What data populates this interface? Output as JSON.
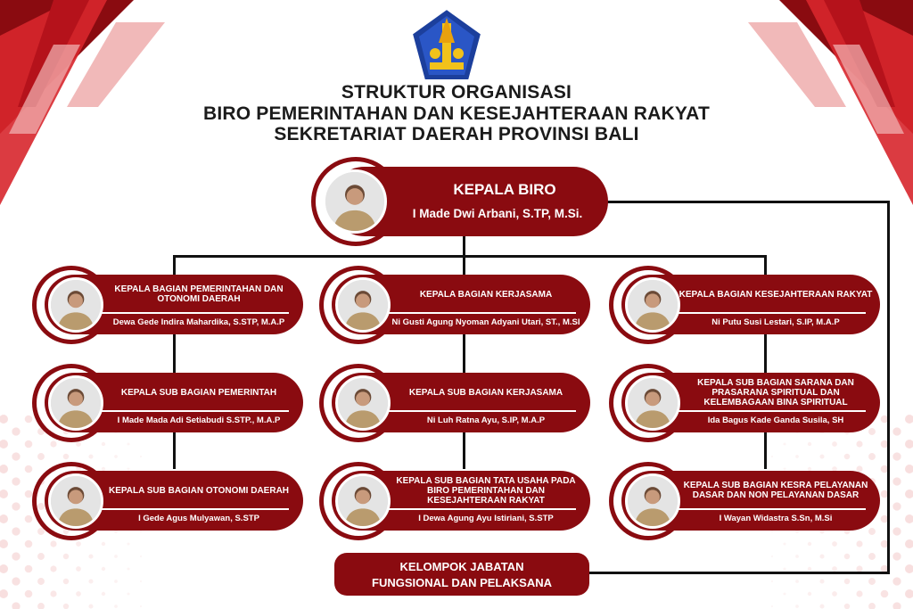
{
  "colors": {
    "primary": "#8a0b10",
    "accent": "#d7262c",
    "line": "#111111"
  },
  "logo": {
    "name": "Provinsi Bali emblem",
    "icon": "bali-province-emblem"
  },
  "header": {
    "titles": [
      "STRUKTUR ORGANISASI",
      "BIRO PEMERINTAHAN DAN KESEJAHTERAAN RAKYAT",
      "SEKRETARIAT DAERAH PROVINSI BALI"
    ]
  },
  "head": {
    "role": "KEPALA BIRO",
    "name": "I Made Dwi Arbani, S.TP, M.Si."
  },
  "columns": [
    [
      {
        "role": "KEPALA BAGIAN PEMERINTAHAN DAN OTONOMI DAERAH",
        "name": "Dewa Gede Indira Mahardika, S.STP, M.A.P"
      },
      {
        "role": "KEPALA SUB BAGIAN PEMERINTAH",
        "name": "I Made Mada Adi Setiabudi S.STP., M.A.P"
      },
      {
        "role": "KEPALA SUB BAGIAN OTONOMI DAERAH",
        "name": "I Gede Agus Mulyawan, S.STP"
      }
    ],
    [
      {
        "role": "KEPALA BAGIAN KERJASAMA",
        "name": "Ni Gusti Agung Nyoman Adyani Utari, ST., M.SI"
      },
      {
        "role": "KEPALA SUB BAGIAN KERJASAMA",
        "name": "Ni Luh Ratna Ayu, S.IP, M.A.P"
      },
      {
        "role": "KEPALA SUB BAGIAN TATA USAHA PADA BIRO PEMERINTAHAN DAN KESEJAHTERAAN RAKYAT",
        "name": "I Dewa Agung Ayu Istiriani, S.STP"
      }
    ],
    [
      {
        "role": "KEPALA BAGIAN KESEJAHTERAAN RAKYAT",
        "name": "Ni Putu Susi Lestari, S.IP, M.A.P"
      },
      {
        "role": "KEPALA SUB BAGIAN SARANA DAN PRASARANA SPIRITUAL DAN KELEMBAGAAN BINA SPIRITUAL",
        "name": "Ida Bagus Kade Ganda Susila, SH"
      },
      {
        "role": "KEPALA SUB BAGIAN KESRA PELAYANAN DASAR DAN NON PELAYANAN DASAR",
        "name": "I Wayan Widastra S.Sn, M.Si"
      }
    ]
  ],
  "footer_box": {
    "line1": "KELOMPOK JABATAN",
    "line2": "FUNGSIONAL DAN PELAKSANA"
  }
}
